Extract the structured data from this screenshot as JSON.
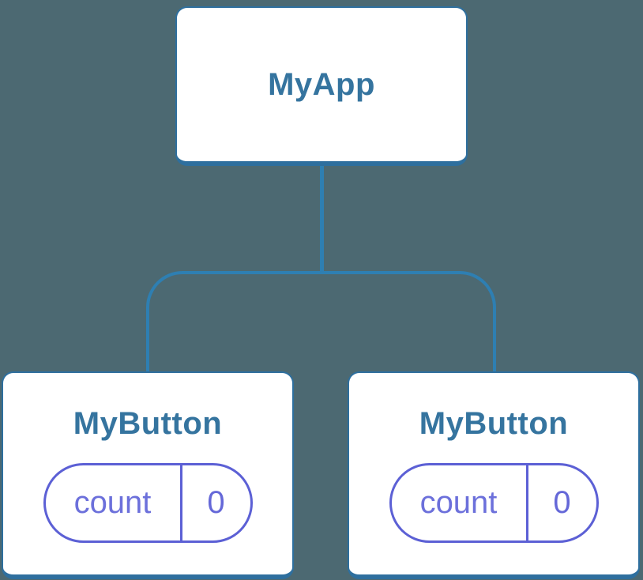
{
  "diagram": {
    "type": "component-tree",
    "colors": {
      "background_color": "#4C6972",
      "line_color": "#2E7FB2",
      "box_border_color": "#2E6F9E",
      "box_fill_color": "#FFFFFF",
      "title_color": "#35749F",
      "state_border_color": "#5C60D5",
      "state_text_color": "#6C70DB",
      "state_value_color": "#6568D8"
    },
    "root": {
      "label": "MyApp"
    },
    "children": [
      {
        "label": "MyButton",
        "state": {
          "key": "count",
          "value": "0"
        }
      },
      {
        "label": "MyButton",
        "state": {
          "key": "count",
          "value": "0"
        }
      }
    ]
  }
}
